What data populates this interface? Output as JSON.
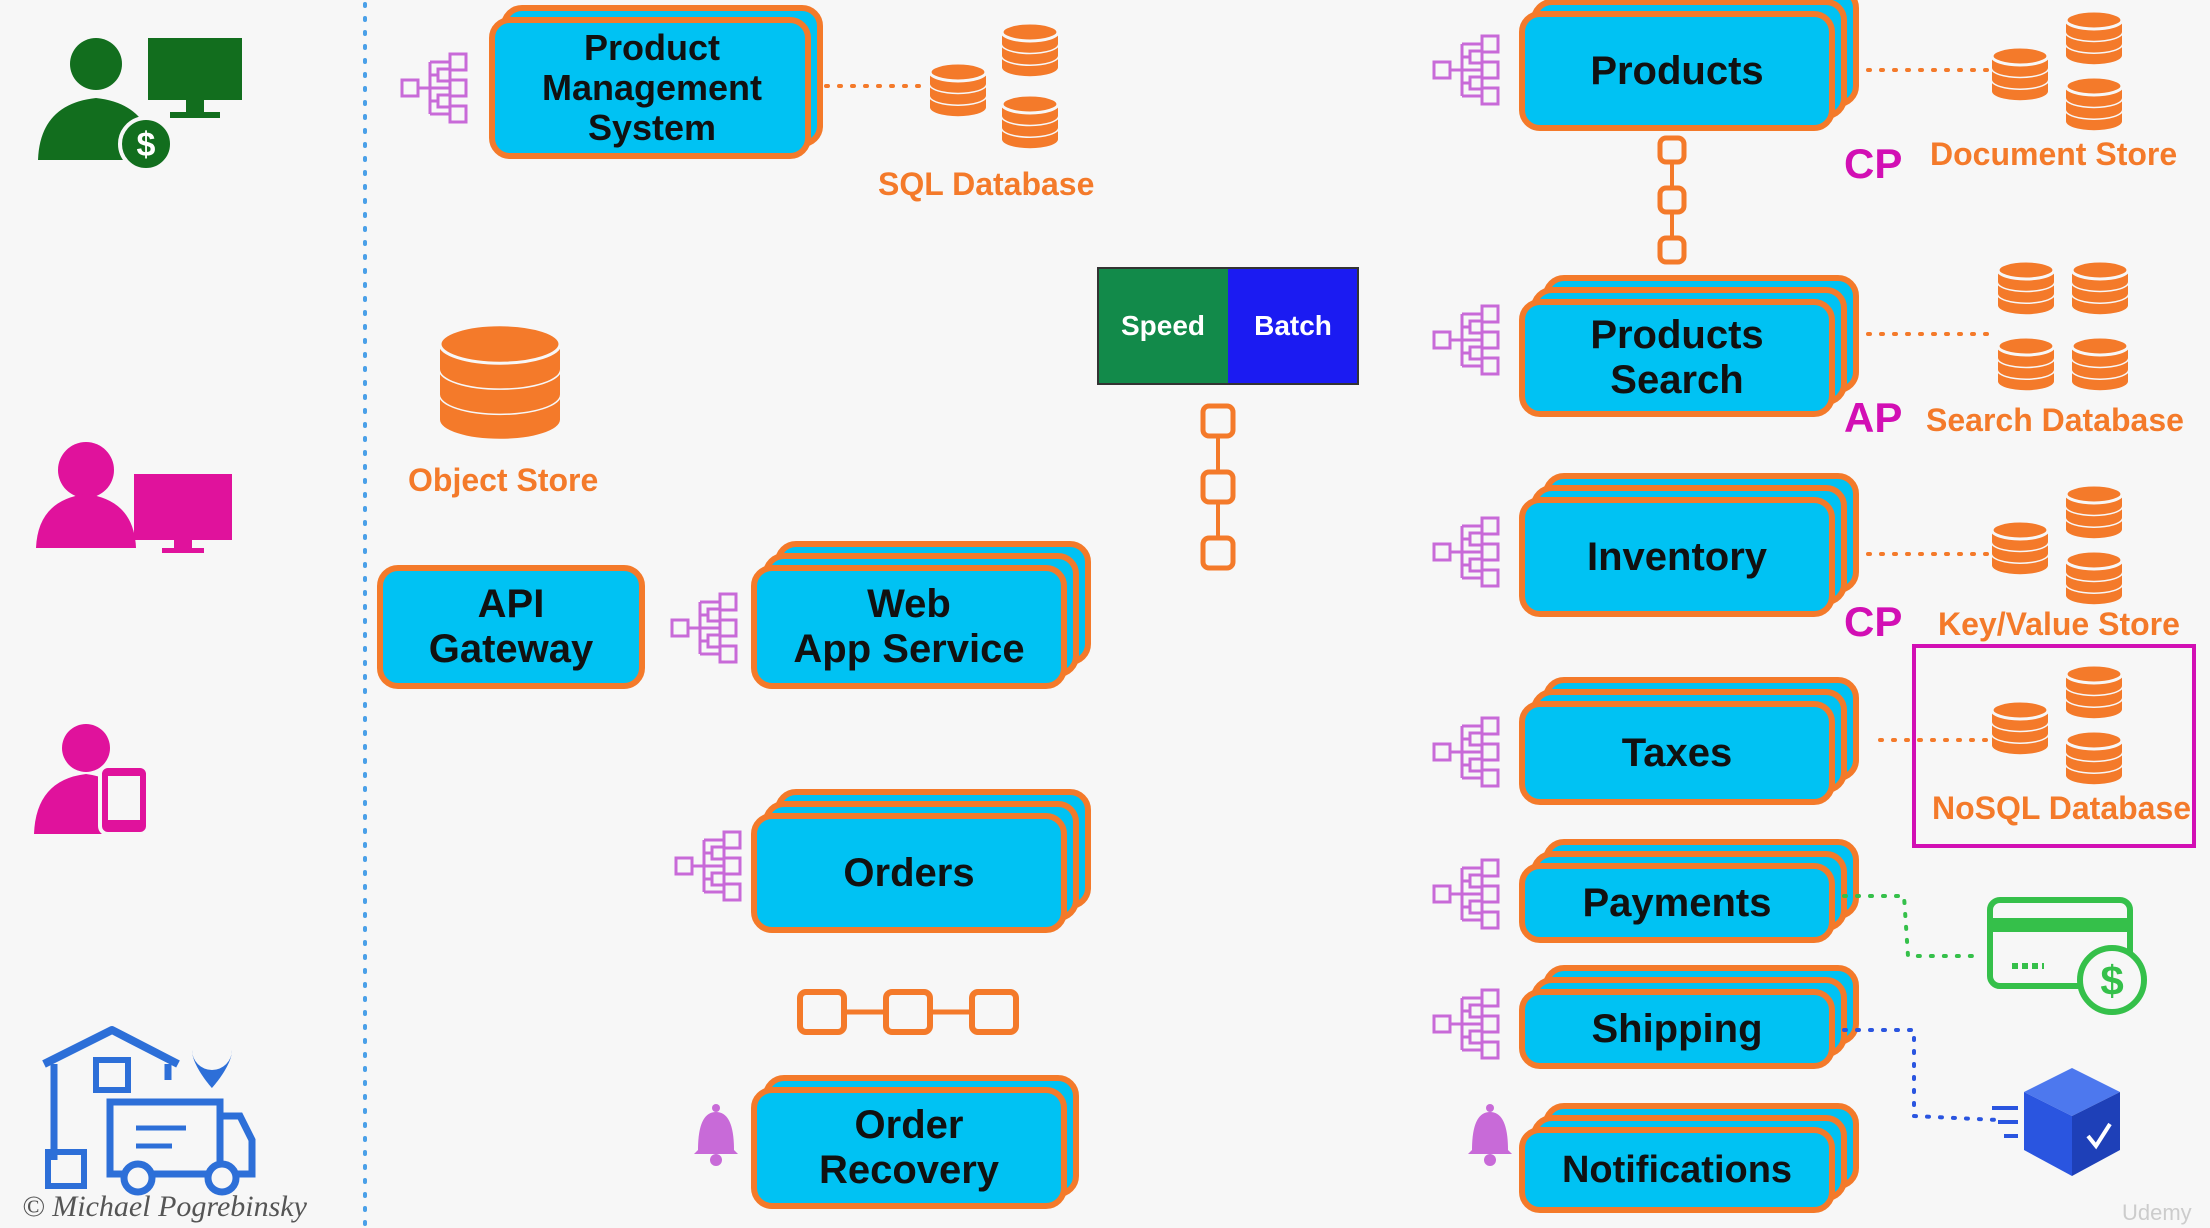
{
  "services": {
    "product_management": "Product\nManagement\nSystem",
    "api_gateway": "API\nGateway",
    "web_app_service": "Web\nApp Service",
    "orders": "Orders",
    "order_recovery": "Order\nRecovery",
    "products": "Products",
    "products_search": "Products\nSearch",
    "inventory": "Inventory",
    "taxes": "Taxes",
    "payments": "Payments",
    "shipping": "Shipping",
    "notifications": "Notifications"
  },
  "stores": {
    "sql": "SQL Database",
    "object": "Object Store",
    "document": "Document Store",
    "search": "Search Database",
    "keyvalue": "Key/Value Store",
    "nosql": "NoSQL Database"
  },
  "cap": {
    "products": "CP",
    "search": "AP",
    "inventory": "CP"
  },
  "lambda": {
    "speed": "Speed",
    "batch": "Batch"
  },
  "copyright": "© Michael Pogrebinsky",
  "watermark": "Udemy",
  "colors": {
    "service_fill": "#00c2f3",
    "service_border": "#f47a2a",
    "database": "#f47a2a",
    "scaling_icon": "#c86ad8",
    "highlight": "#d20fb4",
    "speed": "#128a4a",
    "batch": "#1b1bf2",
    "user_admin": "#126e1e",
    "user_web": "#e0129c",
    "payment_card": "#35c04a",
    "shipping_box": "#2a55e0",
    "warehouse": "#2d6fd8",
    "divider": "#4aa0e8"
  },
  "icons": [
    "admin-user-icon",
    "web-user-icon",
    "mobile-user-icon",
    "warehouse-truck-icon",
    "scale-icon",
    "database-icon",
    "queue-icon",
    "bell-icon",
    "credit-card-icon",
    "package-icon"
  ]
}
